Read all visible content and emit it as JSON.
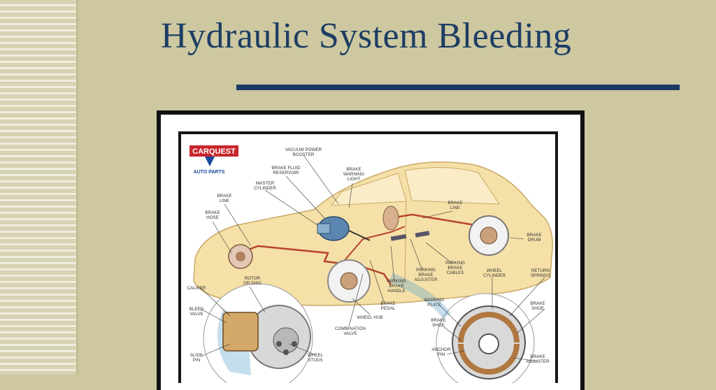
{
  "slide": {
    "title": "Hydraulic System Bleeding",
    "accent_color": "#1a3a66",
    "background_color": "#cdc8a0"
  },
  "diagram": {
    "logo": {
      "brand": "CARQUEST",
      "subline": "AUTO PARTS"
    },
    "labels": {
      "vacuum_power_booster": [
        "VACUUM POWER",
        "BOOSTER"
      ],
      "brake_fluid_reservoir": [
        "BRAKE FLUID",
        "RESERVOIR"
      ],
      "master_cylinder": [
        "MASTER",
        "CYLINDER"
      ],
      "brake_warning_light": [
        "BRAKE",
        "WARNING",
        "LIGHT"
      ],
      "brake_line_left": [
        "BRAKE",
        "LINE"
      ],
      "brake_hose": [
        "BRAKE",
        "HOSE"
      ],
      "brake_line_right": [
        "BRAKE",
        "LINE"
      ],
      "brake_drum": [
        "BRAKE",
        "DRUM"
      ],
      "parking_brake_cables": [
        "PARKING",
        "BRAKE",
        "CABLES"
      ],
      "parking_brake_adjuster": [
        "PARKING",
        "BRAKE",
        "ADJUSTER"
      ],
      "parking_brake_handle": [
        "PARKING",
        "BRAKE",
        "HANDLE"
      ],
      "brake_pedal": [
        "BRAKE",
        "PEDAL"
      ],
      "wheel_hub": [
        "WHEEL HUB"
      ],
      "combination_valve": [
        "COMBINATION",
        "VALVE"
      ],
      "caliper": [
        "CALIPER"
      ],
      "rotor_or_disc": [
        "ROTOR",
        "OR DISC"
      ],
      "bleed_valve": [
        "BLEED",
        "VALVE"
      ],
      "slide_pin": [
        "SLIDE",
        "PIN"
      ],
      "wheel_studs": [
        "WHEEL",
        "STUDS"
      ],
      "wheel_cylinder": [
        "WHEEL",
        "CYLINDER"
      ],
      "return_springs": [
        "RETURN",
        "SPRINGS"
      ],
      "backing_plate": [
        "BACKING",
        "PLATE"
      ],
      "brake_shoe_left": [
        "BRAKE",
        "SHOE"
      ],
      "brake_shoe_right": [
        "BRAKE",
        "SHOE"
      ],
      "anchor_pin": [
        "ANCHOR",
        "PIN"
      ],
      "brake_adjuster": [
        "BRAKE",
        "ADJUSTER"
      ]
    }
  }
}
